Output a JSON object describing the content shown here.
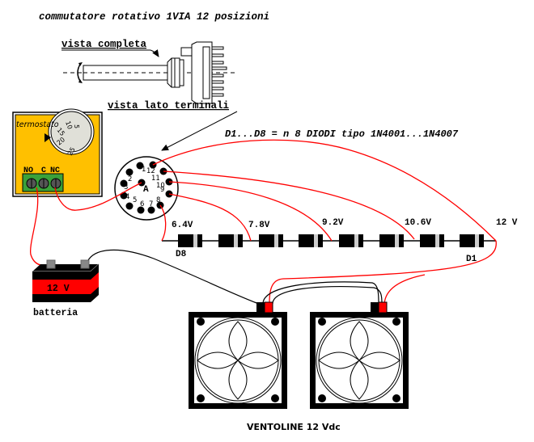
{
  "title": "commutatore rotativo 1VIA 12 posizioni",
  "switch": {
    "label_full_view": "vista completa",
    "label_terminal_view": "vista lato terminali",
    "common_label": "A",
    "pin_numbers": [
      "1",
      "2",
      "3",
      "4",
      "5",
      "6",
      "7",
      "8",
      "9",
      "10",
      "11",
      "12"
    ]
  },
  "thermostat": {
    "label": "termostato",
    "dial_marks": [
      "5",
      "10",
      "15",
      "20",
      "25"
    ],
    "terminals": [
      "NO",
      "C",
      "NC"
    ],
    "color": "#ffc000"
  },
  "diodes": {
    "note": "D1...D8 = n 8 DIODI tipo 1N4001...1N4007",
    "first_label": "D8",
    "last_label": "D1",
    "voltages": [
      "6.4V",
      "7.8V",
      "9.2V",
      "10.6V",
      "12 V"
    ]
  },
  "battery": {
    "voltage_label": "12 V",
    "caption": "batteria",
    "color": "#ff0000"
  },
  "fans": {
    "caption": "VENTOLINE 12 Vdc",
    "count": 2
  },
  "wire_colors": {
    "positive": "#ff0000",
    "negative": "#000000"
  }
}
